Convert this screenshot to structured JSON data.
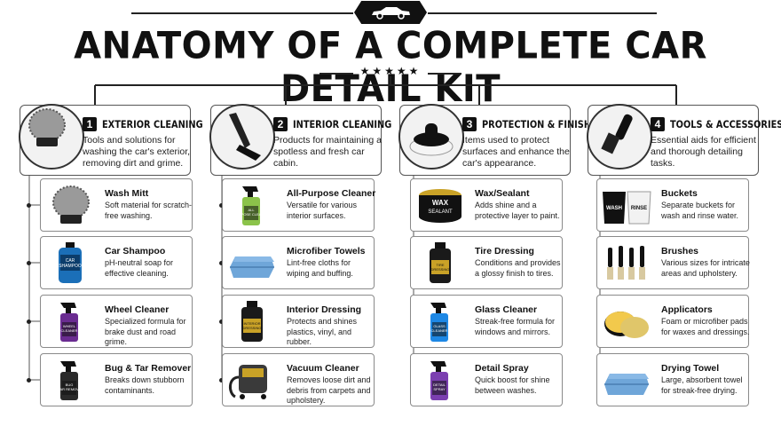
{
  "title": "ANATOMY OF A COMPLETE CAR DETAIL KIT",
  "stars": "★★★★★",
  "logo_icon": "car-icon",
  "categories": [
    {
      "num": "1",
      "title": "EXTERIOR CLEANING",
      "desc": "Tools and solutions for washing the car's exterior, removing dirt and grime.",
      "icon": "wash-mitt-icon",
      "items": [
        {
          "name": "Wash Mitt",
          "desc": "Soft material for scratch-free washing.",
          "icon": "wash-mitt-icon"
        },
        {
          "name": "Car Shampoo",
          "desc": "pH-neutral soap for effective cleaning.",
          "icon": "shampoo-bottle-icon",
          "label": "CAR SHAMPOO"
        },
        {
          "name": "Wheel Cleaner",
          "desc": "Specialized formula for brake dust and road grime.",
          "icon": "spray-bottle-icon",
          "label": "WHEEL CLEANER"
        },
        {
          "name": "Bug & Tar Remover",
          "desc": "Breaks down stubborn contaminants.",
          "icon": "spray-bottle-icon",
          "label": "BUG & TAR REMOVER"
        }
      ]
    },
    {
      "num": "2",
      "title": "INTERIOR CLEANING",
      "desc": "Products for maintaining a spotless and fresh car cabin.",
      "icon": "vacuum-nozzle-icon",
      "items": [
        {
          "name": "All-Purpose Cleaner",
          "desc": "Versatile for various interior surfaces.",
          "icon": "spray-bottle-icon",
          "label": "ALL PURPOSE CLEANER"
        },
        {
          "name": "Microfiber Towels",
          "desc": "Lint-free cloths for wiping and buffing.",
          "icon": "towel-icon"
        },
        {
          "name": "Interior Dressing",
          "desc": "Protects and shines plastics, vinyl, and rubber.",
          "icon": "bottle-icon",
          "label": "INTERIOR DRESSING"
        },
        {
          "name": "Vacuum Cleaner",
          "desc": "Removes loose dirt and debris from carpets and upholstery.",
          "icon": "vacuum-icon"
        }
      ]
    },
    {
      "num": "3",
      "title": "PROTECTION & FINISHING",
      "desc": "Items used to protect surfaces and enhance the car's appearance.",
      "icon": "applicator-pad-icon",
      "items": [
        {
          "name": "Wax/Sealant",
          "desc": "Adds shine and a protective layer to paint.",
          "icon": "wax-tin-icon",
          "label": "WAX SEALANT"
        },
        {
          "name": "Tire Dressing",
          "desc": "Conditions and provides a glossy finish to tires.",
          "icon": "bottle-icon",
          "label": "TIRE DRESSING"
        },
        {
          "name": "Glass Cleaner",
          "desc": "Streak-free formula for windows and mirrors.",
          "icon": "spray-bottle-icon",
          "label": "GLASS CLEANER"
        },
        {
          "name": "Detail Spray",
          "desc": "Quick boost for shine between washes.",
          "icon": "spray-bottle-icon",
          "label": "DETAIL SPRAY"
        }
      ]
    },
    {
      "num": "4",
      "title": "TOOLS & ACCESSORIES",
      "desc": "Essential aids for efficient and thorough detailing tasks.",
      "icon": "brush-icon",
      "items": [
        {
          "name": "Buckets",
          "desc": "Separate buckets for wash and rinse water.",
          "icon": "buckets-icon",
          "label": "WASH",
          "label2": "RINSE"
        },
        {
          "name": "Brushes",
          "desc": "Various sizes for intricate areas and upholstery.",
          "icon": "brushes-icon"
        },
        {
          "name": "Applicators",
          "desc": "Foam or microfiber pads for waxes and dressings.",
          "icon": "applicator-pads-icon"
        },
        {
          "name": "Drying Towel",
          "desc": "Large, absorbent towel for streak-free drying.",
          "icon": "towel-icon"
        }
      ]
    }
  ]
}
